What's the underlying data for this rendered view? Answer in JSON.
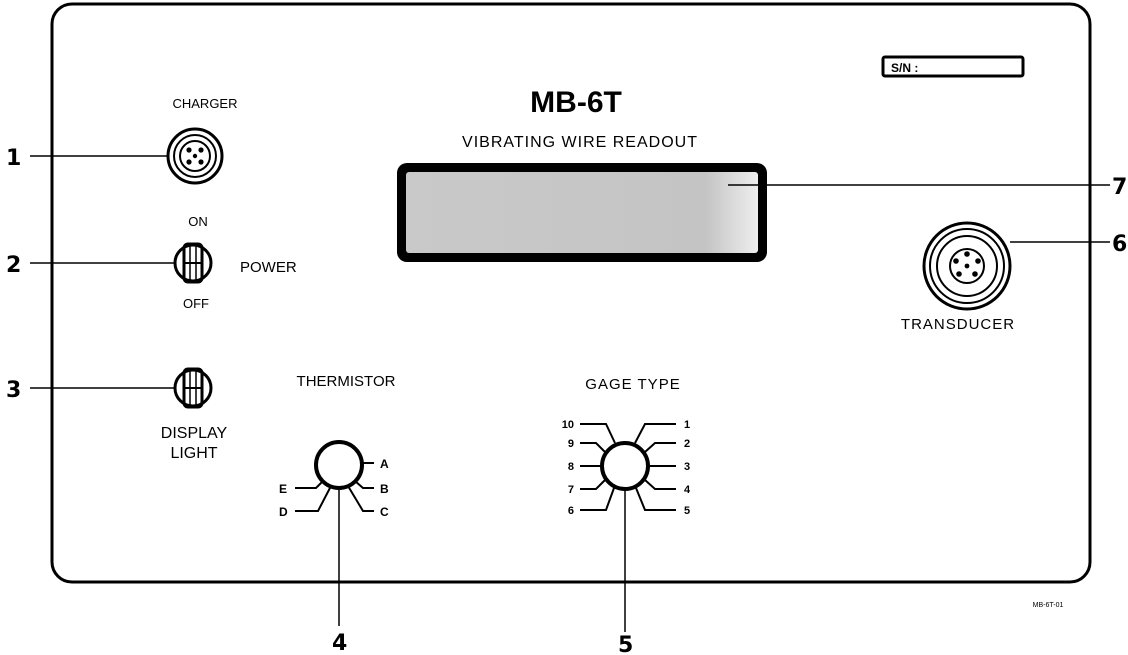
{
  "serial_label": "S/N :",
  "model": "MB-6T",
  "subtitle": "VIBRATING WIRE READOUT",
  "charger_label": "CHARGER",
  "power_on_label": "ON",
  "power_label": "POWER",
  "power_off_label": "OFF",
  "display_light_line1": "DISPLAY",
  "display_light_line2": "LIGHT",
  "thermistor_label": "THERMISTOR",
  "thermistor_positions": {
    "a": "A",
    "b": "B",
    "c": "C",
    "d": "D",
    "e": "E"
  },
  "gage_type_label": "GAGE TYPE",
  "gage_positions": {
    "left": [
      "10",
      "9",
      "8",
      "7",
      "6"
    ],
    "right": [
      "1",
      "2",
      "3",
      "4",
      "5"
    ]
  },
  "transducer_label": "TRANSDUCER",
  "figure_code": "MB-6T-01",
  "callouts": {
    "c1": "1",
    "c2": "2",
    "c3": "3",
    "c4": "4",
    "c5": "5",
    "c6": "6",
    "c7": "7"
  }
}
